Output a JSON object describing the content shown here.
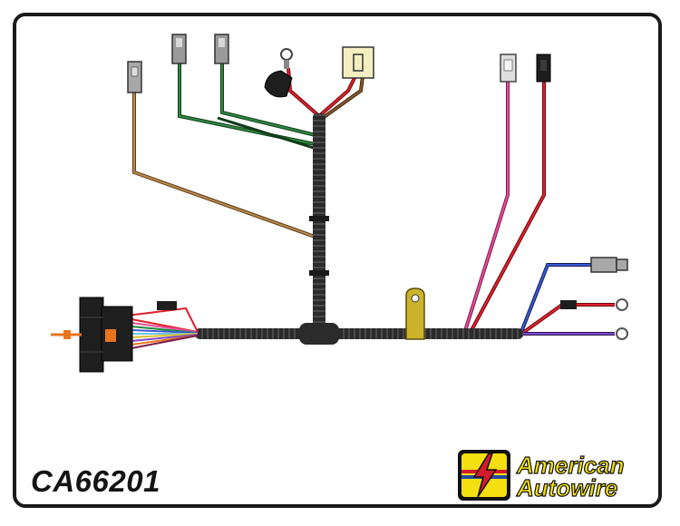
{
  "part_number": "CA66201",
  "brand": {
    "line1": "American",
    "line2": "Autowire"
  },
  "colors": {
    "loom": "#2b2b2b",
    "wire_brown": "#8b5a2b",
    "wire_green": "#1f5e2a",
    "wire_red": "#d11a2a",
    "wire_pink": "#e0408f",
    "wire_blue": "#2748a8",
    "wire_purple": "#6a3aa8",
    "wire_orange": "#e8741e",
    "clamp_yellow": "#cbb42a",
    "brand_yellow": "#f3df12"
  }
}
